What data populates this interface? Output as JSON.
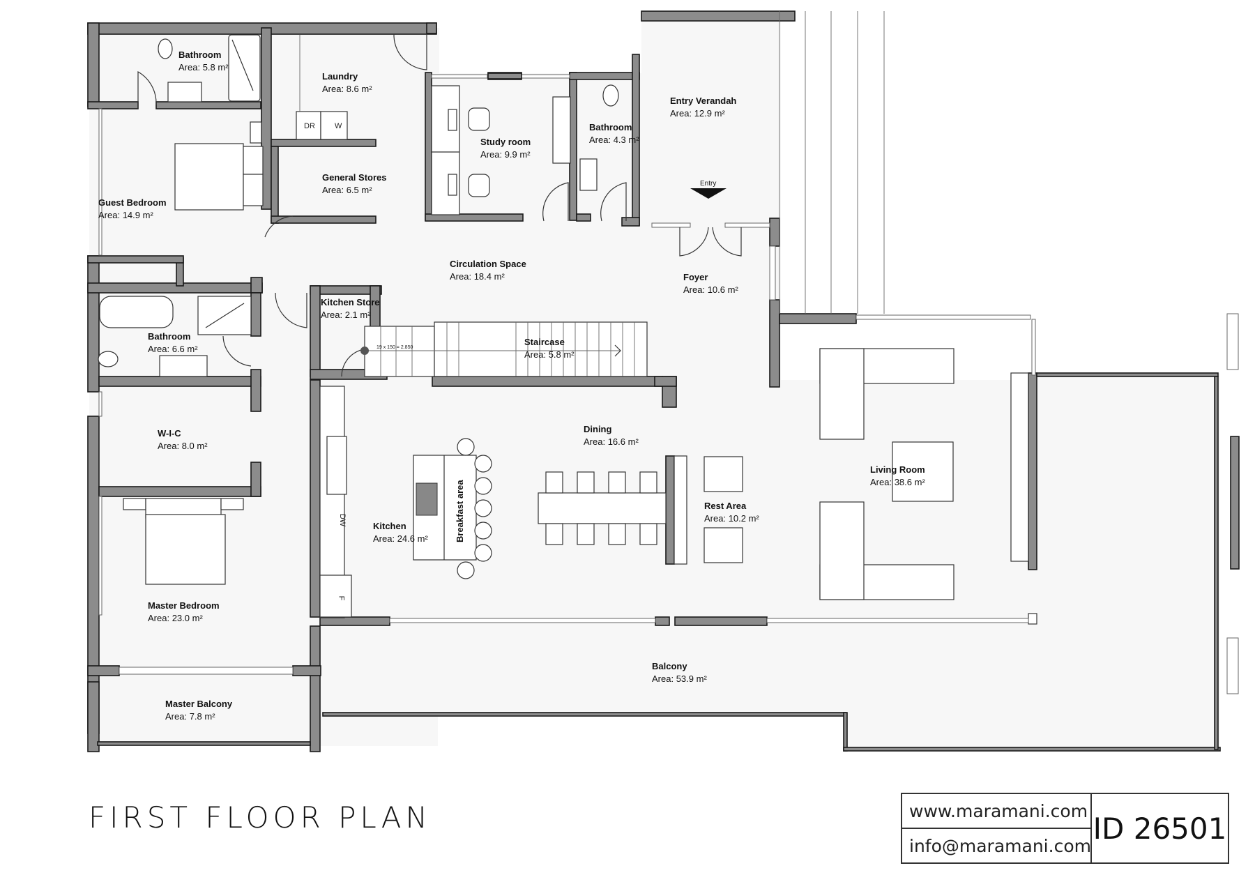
{
  "title": "FIRST FLOOR PLAN",
  "stamp": {
    "website": "www.maramani.com",
    "email": "info@maramani.com",
    "id": "ID 26501"
  },
  "area_label": "Area:",
  "unit": "m²",
  "rooms": [
    {
      "name": "Bathroom",
      "area": "5.8"
    },
    {
      "name": "Laundry",
      "area": "8.6"
    },
    {
      "name": "Study room",
      "area": "9.9"
    },
    {
      "name": "Bathroom",
      "area": "4.3"
    },
    {
      "name": "Entry Verandah",
      "area": "12.9"
    },
    {
      "name": "Guest Bedroom",
      "area": "14.9"
    },
    {
      "name": "General Stores",
      "area": "6.5"
    },
    {
      "name": "Circulation Space",
      "area": "18.4"
    },
    {
      "name": "Foyer",
      "area": "10.6"
    },
    {
      "name": "Kitchen Store",
      "area": "2.1"
    },
    {
      "name": "Bathroom",
      "area": "6.6"
    },
    {
      "name": "Staircase",
      "area": "5.8"
    },
    {
      "name": "W-I-C",
      "area": "8.0"
    },
    {
      "name": "Dining",
      "area": "16.6"
    },
    {
      "name": "Living Room",
      "area": "38.6"
    },
    {
      "name": "Rest Area",
      "area": "10.2"
    },
    {
      "name": "Kitchen",
      "area": "24.6"
    },
    {
      "name": "Master Bedroom",
      "area": "23.0"
    },
    {
      "name": "Balcony",
      "area": "53.9"
    },
    {
      "name": "Master Balcony",
      "area": "7.8"
    }
  ],
  "fixtures": {
    "dryer": "DR",
    "washer": "W",
    "dishwasher": "DW",
    "fridge": "F",
    "breakfast": "Breakfast area",
    "entry": "Entry",
    "stair_note": "19 x 150 = 2.850"
  },
  "colors": {
    "wall": "#8c8c8c",
    "wall_outline": "#1a1a1a",
    "floor": "#f7f7f7",
    "line": "#333333"
  }
}
